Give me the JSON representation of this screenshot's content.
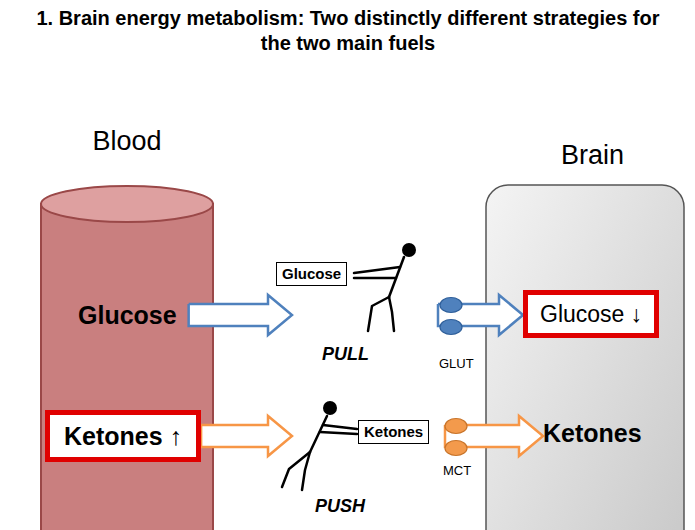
{
  "diagram": {
    "title": "1. Brain energy metabolism: Two distinctly different strategies for the two main fuels",
    "nodes": [
      {
        "text": [
          "Blood"
        ]
      },
      {
        "text": [
          "Glucose"
        ],
        "in": 0
      },
      {
        "text": [
          "Ketones ↑"
        ],
        "in": 0
      },
      {
        "text": [
          "Glucose"
        ]
      },
      {
        "text": [
          "Ketones"
        ]
      },
      {
        "text": [
          "Brain"
        ]
      },
      {
        "text": [
          "Glucose ↓"
        ],
        "in": 5
      },
      {
        "text": [
          "Ketones"
        ],
        "in": 5
      }
    ],
    "edges": [
      {
        "from": 1,
        "to": 6,
        "arrow": "to"
      },
      {
        "from": 2,
        "to": 7,
        "arrow": "to"
      }
    ],
    "labels": [
      "PULL",
      "GLUT",
      "PUSH",
      "MCT"
    ]
  }
}
